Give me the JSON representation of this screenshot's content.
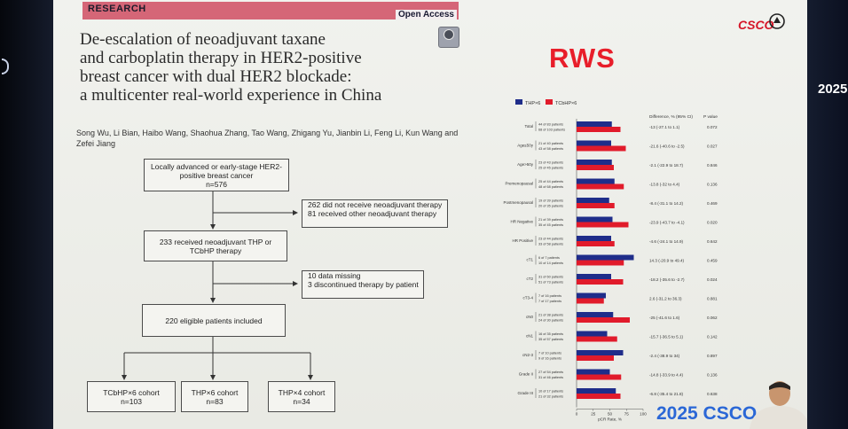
{
  "header": {
    "journal_section": "RESEARCH",
    "access": "Open Access"
  },
  "title": {
    "lines": [
      "De-escalation of neoadjuvant taxane",
      "and carboplatin therapy in HER2-positive",
      "breast cancer with dual HER2 blockade:",
      "a multicenter real-world experience in China"
    ]
  },
  "authors": {
    "line1": "Song Wu, Li Bian, Haibo Wang, Shaohua Zhang, Tao Wang, Zhigang Yu, Jianbin Li, Feng Li, Kun Wang and",
    "line2": "Zefei Jiang"
  },
  "stamp": "RWS",
  "logo": "CSCO",
  "footer_text": "2025 CSCO",
  "side_text": "2025",
  "flowchart": {
    "top": {
      "line1": "Locally advanced or early-stage HER2-",
      "line2": "positive breast cancer",
      "line3": "n=576"
    },
    "exclude1": {
      "line1": "262 did not receive neoadjuvant therapy",
      "line2": "81 received other neoadjuvant therapy"
    },
    "mid": {
      "line1": "233 received neoadjuvant THP or",
      "line2": "TCbHP therapy"
    },
    "exclude2": {
      "line1": "10 data missing",
      "line2": "3 discontinued therapy by patient"
    },
    "eligible": "220 eligible patients included",
    "cohorts": [
      {
        "label": "TCbHP×6 cohort",
        "n": "n=103"
      },
      {
        "label": "THP×6 cohort",
        "n": "n=83"
      },
      {
        "label": "THP×4 cohort",
        "n": "n=34"
      }
    ]
  },
  "chart_data": {
    "type": "bar",
    "orientation": "horizontal",
    "legend": [
      "THP×6",
      "TCbHP×6"
    ],
    "legend_position": "top-left",
    "colors": {
      "THP×6": "#1f2d8a",
      "TCbHP×6": "#e11b2b"
    },
    "xlabel": "pCR Rate, %",
    "xlim": [
      0,
      100
    ],
    "xticks": [
      "0",
      "25",
      "50",
      "75",
      "100"
    ],
    "column_headers": {
      "difference": "Difference, % (95% CI)",
      "p": "P value"
    },
    "rows": [
      {
        "group": "Total",
        "thp_label": "44 of 83 patients",
        "tcbhp_label": "68 of 103 patients",
        "thp": 53,
        "tcbhp": 66,
        "diff": "-13 (-27.1 to 1.1)",
        "p": "0.072"
      },
      {
        "group": "Age≤50y",
        "thp_label": "21 of 40 patients",
        "tcbhp_label": "43 of 58 patients",
        "thp": 52,
        "tcbhp": 74,
        "diff": "-21.6 (-40.6 to -2.5)",
        "p": "0.027"
      },
      {
        "group": "Age>50y",
        "thp_label": "23 of 43 patients",
        "tcbhp_label": "25 of 45 patients",
        "thp": 53,
        "tcbhp": 56,
        "diff": "-2.1 (-22.9 to 18.7)",
        "p": "0.846"
      },
      {
        "group": "Premenopausal",
        "thp_label": "25 of 44 patients",
        "tcbhp_label": "48 of 68 patients",
        "thp": 57,
        "tcbhp": 71,
        "diff": "-13.8 (-32 to 4.4)",
        "p": "0.136"
      },
      {
        "group": "Postmenopausal",
        "thp_label": "19 of 39 patients",
        "tcbhp_label": "20 of 35 patients",
        "thp": 49,
        "tcbhp": 57,
        "diff": "-8.4 (-31.1 to 14.2)",
        "p": "0.469"
      },
      {
        "group": "HR Negative",
        "thp_label": "21 of 39 patients",
        "tcbhp_label": "35 of 45 patients",
        "thp": 54,
        "tcbhp": 78,
        "diff": "-23.9 (-43.7 to -4.1)",
        "p": "0.020"
      },
      {
        "group": "HR Positive",
        "thp_label": "23 of 44 patients",
        "tcbhp_label": "33 of 58 patients",
        "thp": 52,
        "tcbhp": 57,
        "diff": "-4.6 (-24.1 to 14.9)",
        "p": "0.642"
      },
      {
        "group": "cT1",
        "thp_label": "6 of 7 patients",
        "tcbhp_label": "10 of 14 patients",
        "thp": 86,
        "tcbhp": 71,
        "diff": "14.3 (-20.9 to 49.4)",
        "p": "0.459"
      },
      {
        "group": "cT2",
        "thp_label": "31 of 60 patients",
        "tcbhp_label": "51 of 73 patients",
        "thp": 52,
        "tcbhp": 70,
        "diff": "-18.2 (-35.6 to -2.7)",
        "p": "0.024"
      },
      {
        "group": "cT3-4",
        "thp_label": "7 of 16 patients",
        "tcbhp_label": "7 of 17 patients",
        "thp": 44,
        "tcbhp": 41,
        "diff": "2.6 (-31.2 to 36.3)",
        "p": "0.881"
      },
      {
        "group": "cN0",
        "thp_label": "21 of 38 patients",
        "tcbhp_label": "24 of 30 patients",
        "thp": 55,
        "tcbhp": 80,
        "diff": "-25 (-41.6 to 1.6)",
        "p": "0.062"
      },
      {
        "group": "cN1",
        "thp_label": "16 of 35 patients",
        "tcbhp_label": "35 of 57 patients",
        "thp": 46,
        "tcbhp": 61,
        "diff": "-15.7 (-36.5 to 5.1)",
        "p": "0.142"
      },
      {
        "group": "cN2-3",
        "thp_label": "7 of 10 patients",
        "tcbhp_label": "9 of 16 patients",
        "thp": 70,
        "tcbhp": 56,
        "diff": "-2.4 (-38.9 to 34)",
        "p": "0.897"
      },
      {
        "group": "Grade II",
        "thp_label": "27 of 54 patients",
        "tcbhp_label": "31 of 46 patients",
        "thp": 50,
        "tcbhp": 67,
        "diff": "-14.8 (-33.9 to 4.4)",
        "p": "0.136"
      },
      {
        "group": "Grade III",
        "thp_label": "10 of 17 patients",
        "tcbhp_label": "21 of 32 patients",
        "thp": 59,
        "tcbhp": 66,
        "diff": "-6.8 (-35.4 to 21.8)",
        "p": "0.638"
      }
    ]
  }
}
